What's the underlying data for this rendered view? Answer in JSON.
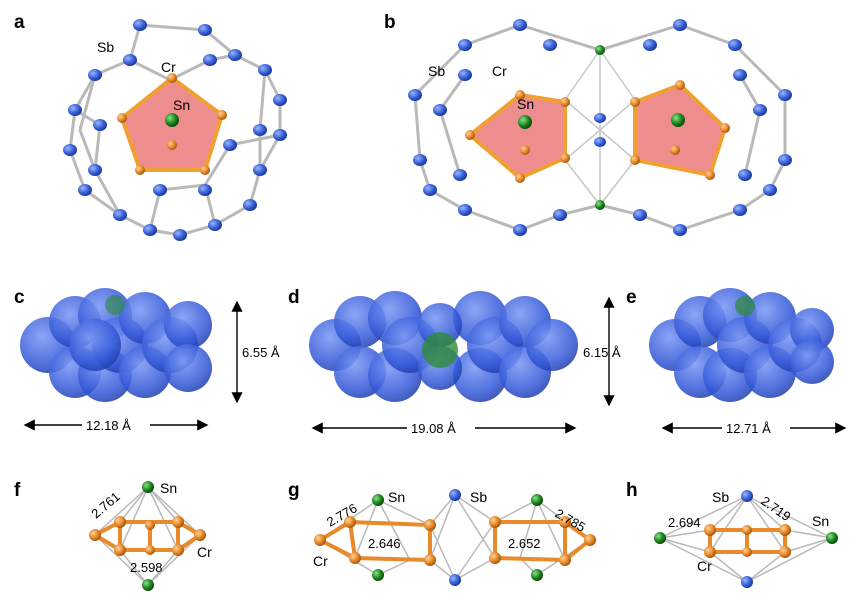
{
  "panels": {
    "a": {
      "label": "a",
      "atoms": {
        "sb": "Sb",
        "cr": "Cr",
        "sn": "Sn"
      }
    },
    "b": {
      "label": "b",
      "atoms": {
        "sb": "Sb",
        "cr": "Cr",
        "sn": "Sn"
      }
    },
    "c": {
      "label": "c",
      "width": "12.18 Å",
      "height": "6.55 Å"
    },
    "d": {
      "label": "d",
      "width": "19.08 Å",
      "height": "6.15 Å"
    },
    "e": {
      "label": "e",
      "width": "12.71 Å"
    },
    "f": {
      "label": "f",
      "atoms": {
        "sn": "Sn",
        "cr": "Cr"
      },
      "bonds": {
        "sn_cr": "2.761",
        "cr_cr": "2.598"
      }
    },
    "g": {
      "label": "g",
      "atoms": {
        "sn": "Sn",
        "sb": "Sb",
        "cr": "Cr"
      },
      "bonds": {
        "b1": "2.776",
        "b2": "2.646",
        "b3": "2.785",
        "b4": "2.652"
      }
    },
    "h": {
      "label": "h",
      "atoms": {
        "sb": "Sb",
        "sn": "Sn",
        "cr": "Cr"
      },
      "bonds": {
        "b1": "2.694",
        "b2": "2.719"
      }
    }
  },
  "colors": {
    "sb": "#3b63d9",
    "cr": "#e8892a",
    "sn": "#1f8a1f",
    "polyhedron": "#e87070",
    "bond": "#b0b0b0"
  }
}
